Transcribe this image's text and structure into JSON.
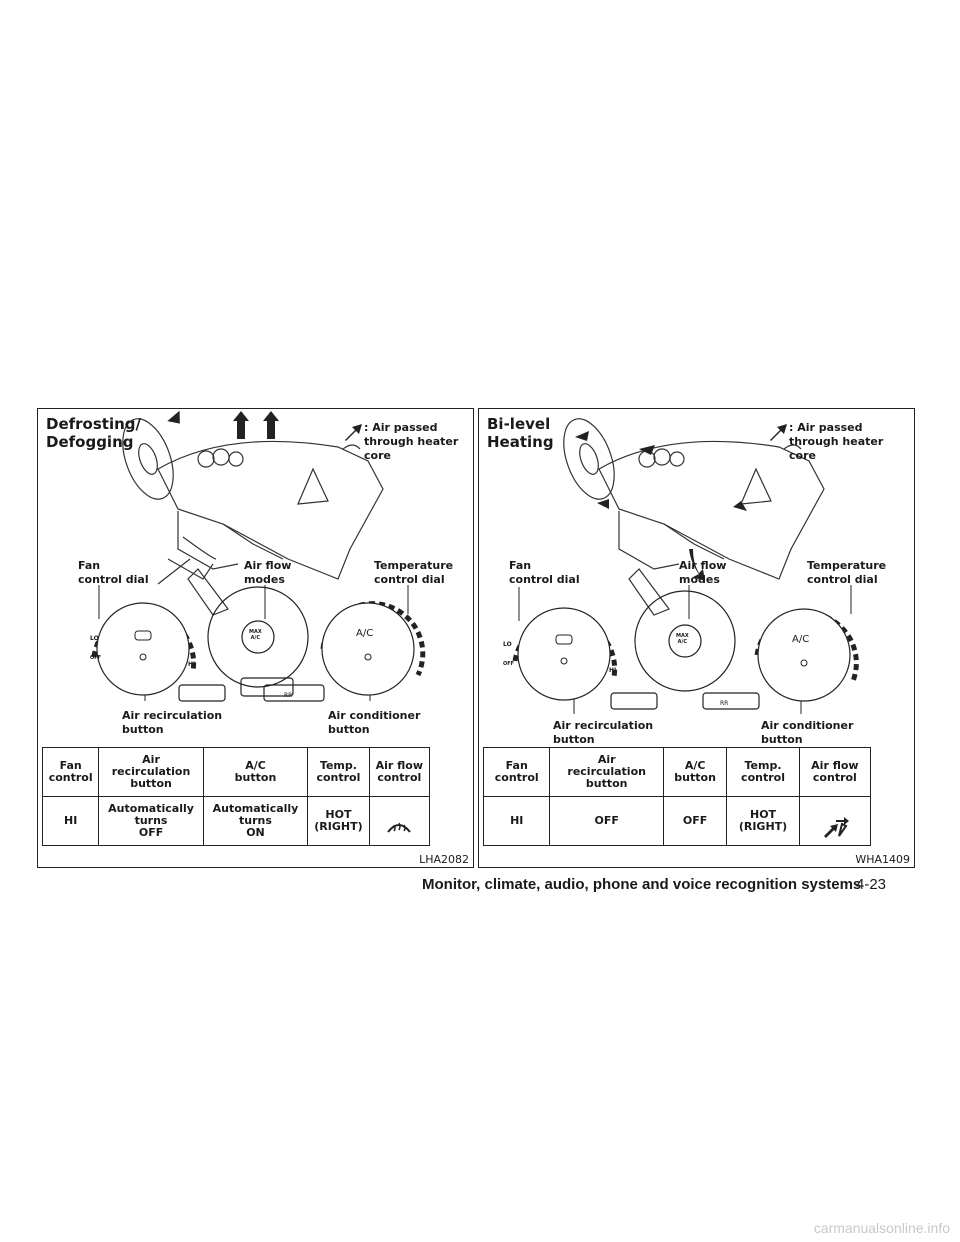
{
  "left_panel": {
    "title": "Defrosting/\nDefogging",
    "legend": ": Air passed\n  through heater\n  core",
    "callouts": {
      "fan_dial": "Fan\ncontrol dial",
      "air_flow_modes": "Air flow\nmodes",
      "temp_dial": "Temperature\ncontrol dial",
      "recirc_button": "Air recirculation\nbutton",
      "ac_button": "Air conditioner\nbutton"
    },
    "panel_labels": {
      "lo": "LO",
      "off": "OFF",
      "hi": "HI",
      "ac": "A/C",
      "max_ac": "MAX\nA/C",
      "rr": "RR"
    },
    "table": {
      "headers": [
        "Fan\ncontrol",
        "Air\nrecirculation\nbutton",
        "A/C\nbutton",
        "Temp.\ncontrol",
        "Air flow\ncontrol"
      ],
      "row": [
        "HI",
        "Automatically\nturns\nOFF",
        "Automatically\nturns\nON",
        "HOT\n(RIGHT)",
        ""
      ],
      "air_flow_icon": "defrost-icon"
    },
    "code": "LHA2082"
  },
  "right_panel": {
    "title": "Bi-level\nHeating",
    "legend": ": Air passed\n  through heater\n  core",
    "callouts": {
      "fan_dial": "Fan\ncontrol dial",
      "air_flow_modes": "Air flow\nmodes",
      "temp_dial": "Temperature\ncontrol dial",
      "recirc_button": "Air recirculation\nbutton",
      "ac_button": "Air conditioner\nbutton"
    },
    "panel_labels": {
      "lo": "LO",
      "off": "OFF",
      "hi": "HI",
      "ac": "A/C",
      "max_ac": "MAX\nA/C",
      "rr": "RR"
    },
    "table": {
      "headers": [
        "Fan\ncontrol",
        "Air\nrecirculation\nbutton",
        "A/C\nbutton",
        "Temp.\ncontrol",
        "Air flow\ncontrol"
      ],
      "row": [
        "HI",
        "OFF",
        "OFF",
        "HOT\n(RIGHT)",
        ""
      ],
      "air_flow_icon": "bi-level-icon"
    },
    "code": "WHA1409"
  },
  "footer": {
    "section_title": "Monitor, climate, audio, phone and voice recognition systems",
    "page_number": "4-23"
  },
  "watermark": "carmanualsonline.info",
  "colors": {
    "ink": "#1a1a1a",
    "watermark": "#c8c8c8"
  }
}
